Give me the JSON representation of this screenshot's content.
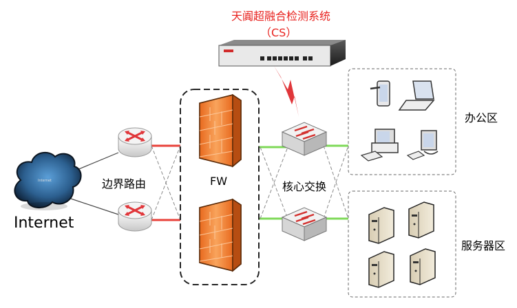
{
  "title": {
    "line1": "天阗超融合检测系统",
    "line2": "（CS）",
    "color": "#e8231f"
  },
  "labels": {
    "internet": "Internet",
    "cloud_inner": "Internet",
    "border_router": "边界路由",
    "firewall": "FW",
    "core_switch": "核心交换",
    "office_zone": "办公区",
    "server_zone": "服务器区"
  },
  "nodes": {
    "cloud": {
      "icon": "cloud-icon",
      "label_ref": "labels.internet"
    },
    "routers": [
      {
        "icon": "router-icon"
      },
      {
        "icon": "router-icon"
      }
    ],
    "firewalls": [
      {
        "icon": "firewall-icon"
      },
      {
        "icon": "firewall-icon"
      }
    ],
    "switches": [
      {
        "icon": "switch-icon"
      },
      {
        "icon": "switch-icon"
      }
    ],
    "cs_appliance": {
      "icon": "rack-appliance-icon"
    },
    "office_devices": [
      {
        "icon": "tablet-icon"
      },
      {
        "icon": "laptop-icon"
      },
      {
        "icon": "desktop-pc-icon"
      },
      {
        "icon": "monitor-keyboard-icon"
      }
    ],
    "servers": [
      {
        "icon": "server-tower-icon"
      },
      {
        "icon": "server-tower-icon"
      },
      {
        "icon": "server-tower-icon"
      },
      {
        "icon": "server-tower-icon"
      }
    ]
  },
  "colors": {
    "router_link": "#e8413a",
    "switch_link": "#7ed957",
    "cross_link": "#888888",
    "mirror_bolt": "#e0363a",
    "firewall": "#f07a2a"
  }
}
